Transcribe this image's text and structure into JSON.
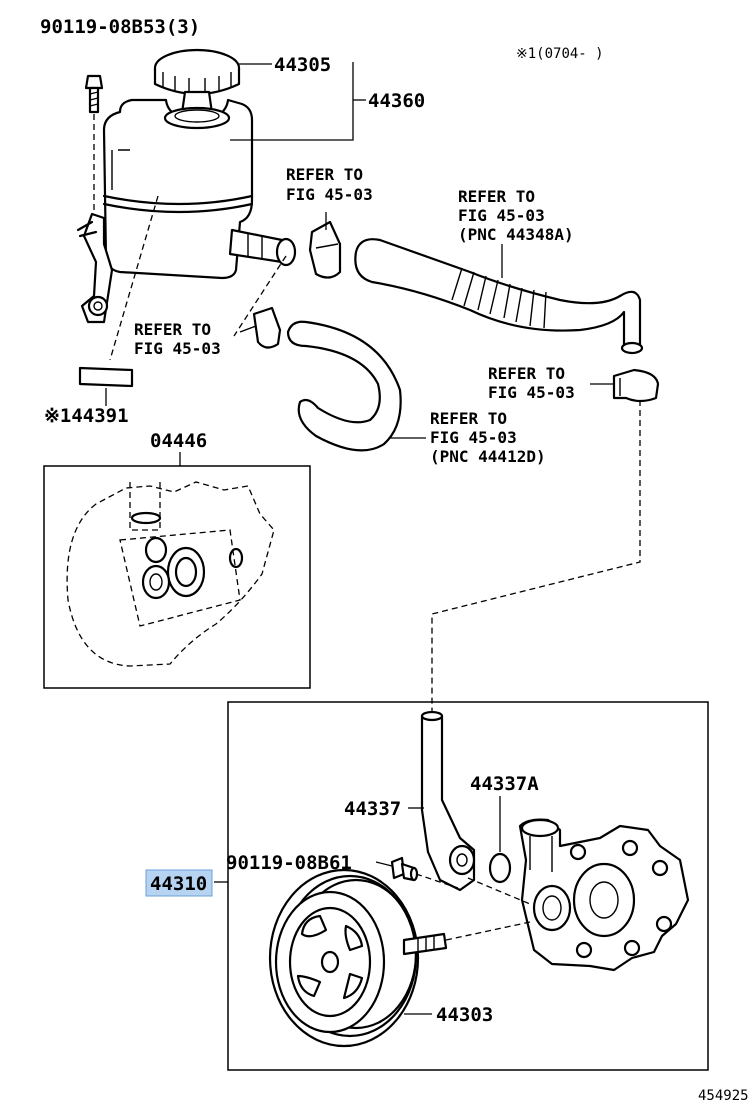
{
  "labels": {
    "bolt_90119_08B53": "90119-08B53(3)",
    "cap_44305": "44305",
    "reservoir_44360": "44360",
    "note_1": "※1(0704-    )",
    "refer_1a": "REFER TO",
    "refer_1b": "FIG 45-03",
    "refer_2a": "REFER TO",
    "refer_2b": "FIG 45-03",
    "refer_2c": "(PNC 44348A)",
    "refer_3a": "REFER TO",
    "refer_3b": "FIG 45-03",
    "refer_4a": "REFER TO",
    "refer_4b": "FIG 45-03",
    "refer_5a": "REFER TO",
    "refer_5b": "FIG 45-03",
    "refer_5c": "(PNC 44412D)",
    "label_44391": "※144391",
    "kit_04446": "04446",
    "union_44337": "44337",
    "oring_44337A": "44337A",
    "bolt_90119_08B61": "90119-08B61",
    "pump_44310": "44310",
    "pulley_44303": "44303",
    "figure_number": "454925"
  },
  "colors": {
    "line": "#000000",
    "highlight": "#b7d3f2"
  }
}
